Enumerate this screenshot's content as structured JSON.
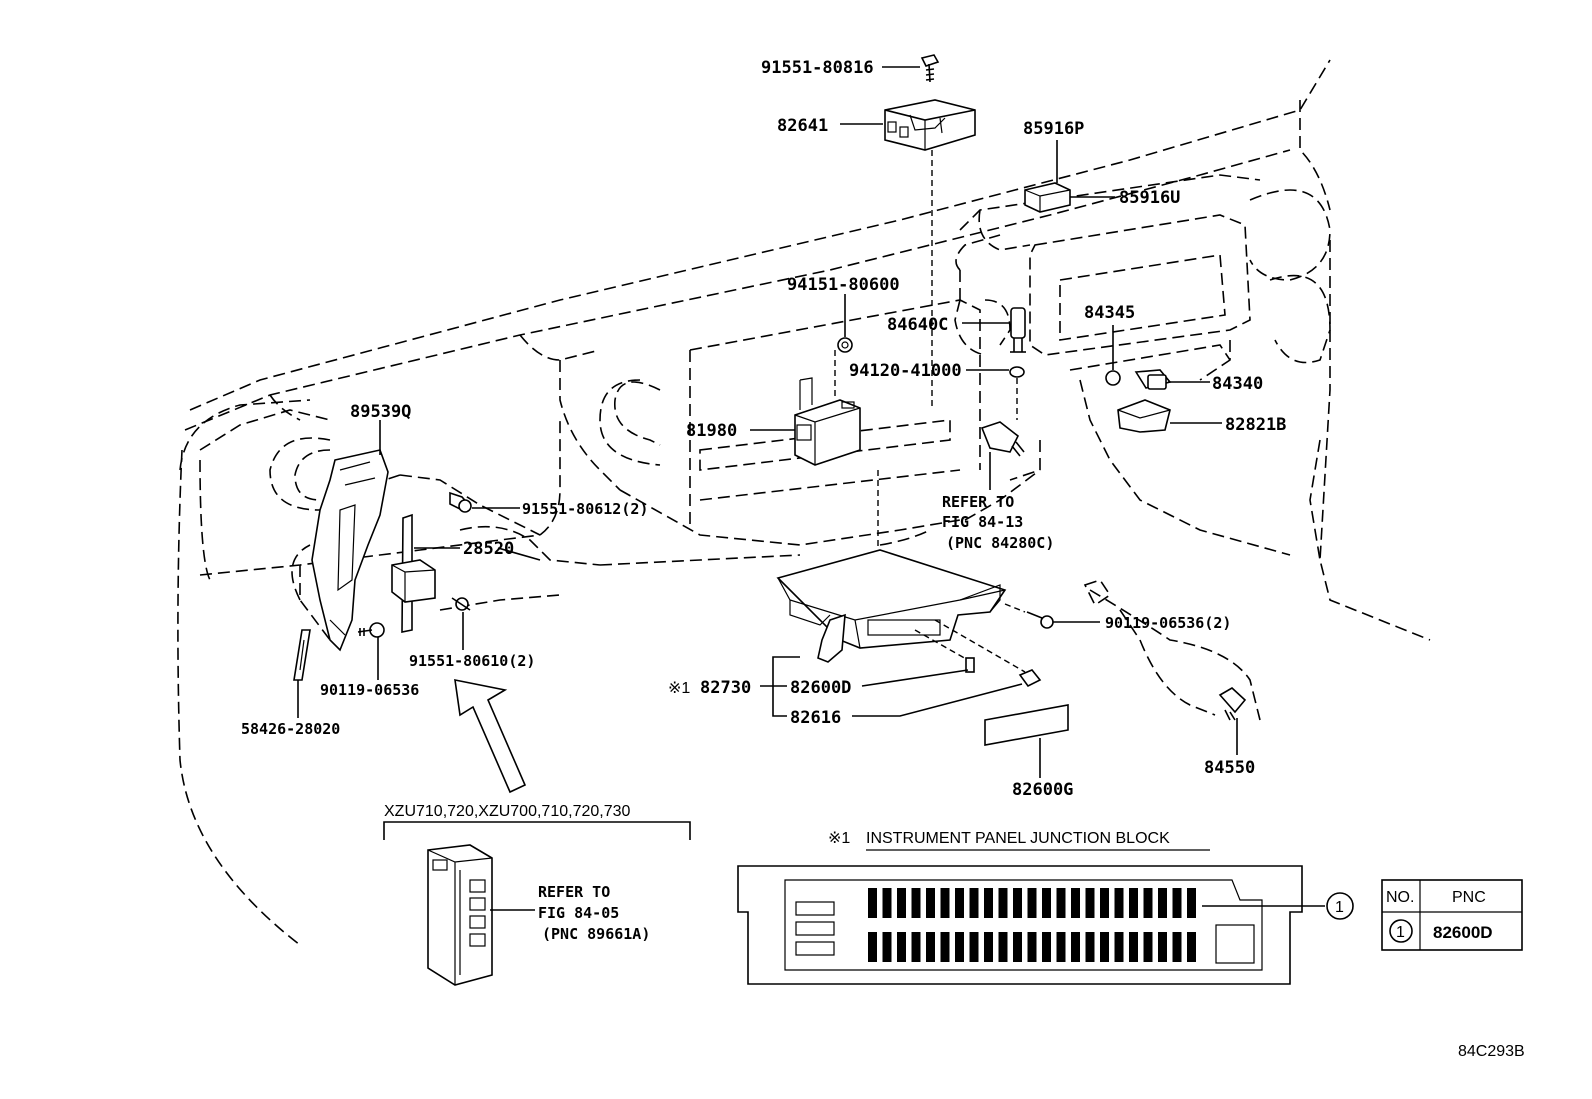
{
  "callouts": {
    "p91551_80816": "91551-80816",
    "p82641": "82641",
    "p85916P": "85916P",
    "p85916U": "85916U",
    "p94151_80600": "94151-80600",
    "p84640C": "84640C",
    "p84345": "84345",
    "p94120_41000": "94120-41000",
    "p84340": "84340",
    "p81980": "81980",
    "p82821B": "82821B",
    "p89539Q": "89539Q",
    "p91551_80612": "91551-80612(2)",
    "p28520": "28520",
    "p90119_06536_2": "90119-06536(2)",
    "p91551_80610": "91551-80610(2)",
    "p90119_06536": "90119-06536",
    "p58426_28020": "58426-28020",
    "p82730": "82730",
    "p82600D": "82600D",
    "p82616": "82616",
    "p82600G": "82600G",
    "p84550": "84550"
  },
  "mark_star1": "※1",
  "refer_84_13": {
    "line1": "REFER TO",
    "line2": "FIG 84-13",
    "line3": "(PNC 84280C)"
  },
  "inset_left": {
    "models": "XZU710,720,XZU700,710,720,730",
    "refer_line1": "REFER TO",
    "refer_line2": "FIG 84-05",
    "refer_line3": "(PNC 89661A)"
  },
  "junction_block": {
    "title_mark": "※1",
    "title": "INSTRUMENT PANEL JUNCTION BLOCK",
    "callout_no": "1"
  },
  "pnc_table": {
    "header_no": "NO.",
    "header_pnc": "PNC",
    "row_no": "1",
    "row_pnc": "82600D"
  },
  "figure_id": "84C293B"
}
